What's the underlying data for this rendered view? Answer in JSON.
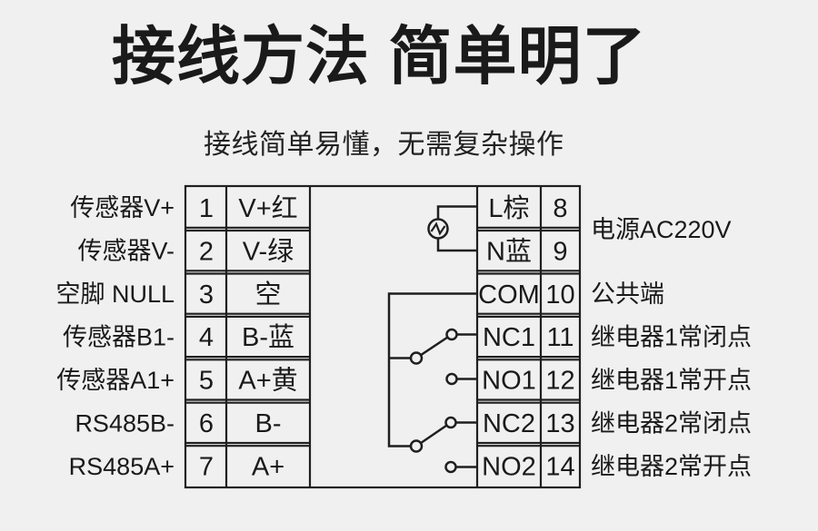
{
  "page": {
    "background": "#f0f0f1",
    "line_color": "#1f1f1f",
    "text_color": "#1a1a1a"
  },
  "header": {
    "title": "接线方法 简单明了",
    "subtitle": "接线简单易懂，无需复杂操作"
  },
  "diagram": {
    "left_block": {
      "rows": [
        {
          "label": "传感器V+",
          "num": "1",
          "wire": "V+红"
        },
        {
          "label": "传感器V-",
          "num": "2",
          "wire": "V-绿"
        },
        {
          "label": "空脚 NULL",
          "num": "3",
          "wire": "空"
        },
        {
          "label": "传感器B1-",
          "num": "4",
          "wire": "B-蓝"
        },
        {
          "label": "传感器A1+",
          "num": "5",
          "wire": "A+黄"
        },
        {
          "label": "RS485B-",
          "num": "6",
          "wire": "B-"
        },
        {
          "label": "RS485A+",
          "num": "7",
          "wire": "A+"
        }
      ]
    },
    "right_block": {
      "rows": [
        {
          "wire": "L棕",
          "num": "8"
        },
        {
          "wire": "N蓝",
          "num": "9"
        },
        {
          "wire": "COM",
          "num": "10"
        },
        {
          "wire": "NC1",
          "num": "11"
        },
        {
          "wire": "NO1",
          "num": "12"
        },
        {
          "wire": "NC2",
          "num": "13"
        },
        {
          "wire": "NO2",
          "num": "14"
        }
      ],
      "annotations": [
        {
          "text": "电源AC220V"
        },
        {
          "text": "公共端"
        },
        {
          "text": "继电器1常闭点"
        },
        {
          "text": "继电器1常开点"
        },
        {
          "text": "继电器2常闭点"
        },
        {
          "text": "继电器2常开点"
        }
      ]
    },
    "icons": {
      "ac_source": "ac-source-icon",
      "relay1": "relay1-switch",
      "relay2": "relay2-switch"
    }
  }
}
